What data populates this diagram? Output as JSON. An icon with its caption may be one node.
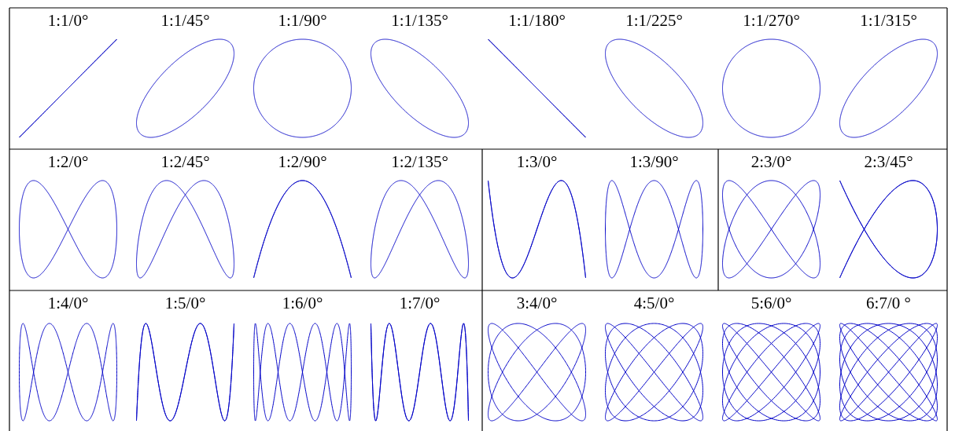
{
  "diagram": {
    "labels": [
      "1:1/0°",
      "1:1/45°",
      "1:1/90°",
      "1:1/135°",
      "1:1/180°",
      "1:1/225°",
      "1:1/270°",
      "1:1/315°",
      "1:2/0°",
      "1:2/45°",
      "1:2/90°",
      "1:2/135°",
      "1:3/0°",
      "1:3/90°",
      "2:3/0°",
      "2:3/45°",
      "1:4/0°",
      "1:5/0°",
      "1:6/0°",
      "1:7/0°",
      "3:4/0°",
      "4:5/0°",
      "5:6/0°",
      "6:7/0 °"
    ]
  }
}
